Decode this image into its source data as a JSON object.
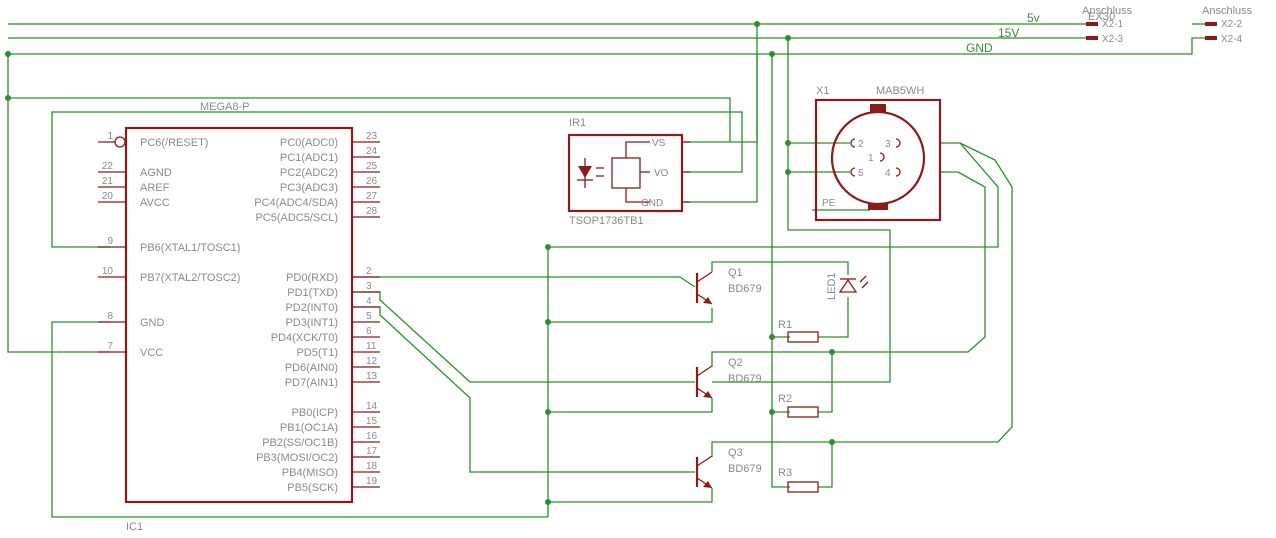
{
  "nets": {
    "v5": "5v",
    "v15": "15V",
    "gnd": "GND"
  },
  "connectors": {
    "left_title": "Anschluss",
    "right_title": "Anschluss",
    "left_overlap": "ЕХЗ0",
    "x2_1": "X2-1",
    "x2_3": "X2-3",
    "x2_2": "X2-2",
    "x2_4": "X2-4"
  },
  "ic1": {
    "type": "MEGA8-P",
    "name": "IC1",
    "left_pins": [
      {
        "num": "1",
        "label": "PC6(/RESET)"
      },
      {
        "num": "22",
        "label": "AGND"
      },
      {
        "num": "21",
        "label": "AREF"
      },
      {
        "num": "20",
        "label": "AVCC"
      },
      {
        "num": "9",
        "label": "PB6(XTAL1/TOSC1)"
      },
      {
        "num": "10",
        "label": "PB7(XTAL2/TOSC2)"
      },
      {
        "num": "8",
        "label": "GND"
      },
      {
        "num": "7",
        "label": "VCC"
      }
    ],
    "right_pins": [
      {
        "num": "23",
        "label": "PC0(ADC0)"
      },
      {
        "num": "24",
        "label": "PC1(ADC1)"
      },
      {
        "num": "25",
        "label": "PC2(ADC2)"
      },
      {
        "num": "26",
        "label": "PC3(ADC3)"
      },
      {
        "num": "27",
        "label": "PC4(ADC4/SDA)"
      },
      {
        "num": "28",
        "label": "PC5(ADC5/SCL)"
      },
      {
        "num": "2",
        "label": "PD0(RXD)"
      },
      {
        "num": "3",
        "label": "PD1(TXD)"
      },
      {
        "num": "4",
        "label": "PD2(INT0)"
      },
      {
        "num": "5",
        "label": "PD3(INT1)"
      },
      {
        "num": "6",
        "label": "PD4(XCK/T0)"
      },
      {
        "num": "11",
        "label": "PD5(T1)"
      },
      {
        "num": "12",
        "label": "PD6(AIN0)"
      },
      {
        "num": "13",
        "label": "PD7(AIN1)"
      },
      {
        "num": "14",
        "label": "PB0(ICP)"
      },
      {
        "num": "15",
        "label": "PB1(OC1A)"
      },
      {
        "num": "16",
        "label": "PB2(SS/OC1B)"
      },
      {
        "num": "17",
        "label": "PB3(MOSI/OC2)"
      },
      {
        "num": "18",
        "label": "PB4(MISO)"
      },
      {
        "num": "19",
        "label": "PB5(SCK)"
      }
    ]
  },
  "ir1": {
    "name": "IR1",
    "part": "TSOP1736TB1",
    "pins": [
      "VS",
      "VO",
      "GND"
    ]
  },
  "x1": {
    "name": "X1",
    "part": "MAB5WH",
    "pins": [
      "2",
      "3",
      "1",
      "5",
      "4"
    ],
    "pe": "PE"
  },
  "transistors": [
    {
      "name": "Q1",
      "part": "BD679"
    },
    {
      "name": "Q2",
      "part": "BD679"
    },
    {
      "name": "Q3",
      "part": "BD679"
    }
  ],
  "resistors": [
    "R1",
    "R2",
    "R3"
  ],
  "led": "LED1"
}
